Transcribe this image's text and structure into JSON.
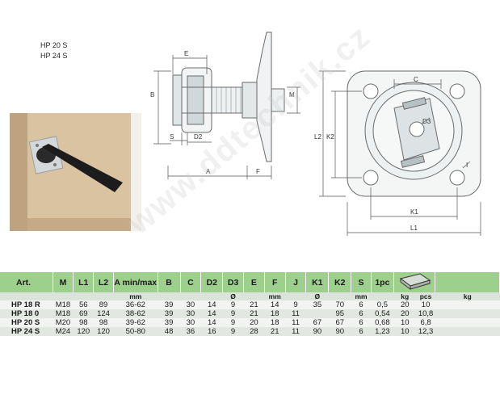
{
  "models": [
    "HP 20 S",
    "HP 24 S"
  ],
  "watermark": "www.ddtechnik.cz",
  "drawing_labels": {
    "E": "E",
    "B": "B",
    "S": "S",
    "D2": "D2",
    "A": "A",
    "F": "F",
    "M": "M",
    "C": "C",
    "D3": "D3",
    "L2": "L2",
    "K2": "K2",
    "K1": "K1",
    "L1": "L1",
    "I": "I"
  },
  "table": {
    "headers": [
      "Art.",
      "M",
      "L1",
      "L2",
      "A min/max",
      "B",
      "C",
      "D2",
      "D3",
      "E",
      "F",
      "J",
      "K1",
      "K2",
      "S",
      "1pc",
      "",
      "",
      ""
    ],
    "units": [
      "",
      "",
      "",
      "",
      "mm",
      "",
      "",
      "",
      "Ø",
      "",
      "mm",
      "",
      "Ø",
      "",
      "mm",
      "",
      "kg",
      "pcs",
      "kg"
    ],
    "rows": [
      [
        "HP 18 R",
        "M18",
        "56",
        "89",
        "36-62",
        "39",
        "30",
        "14",
        "9",
        "21",
        "14",
        "9",
        "35",
        "70",
        "6",
        "0,5",
        "20",
        "10",
        ""
      ],
      [
        "HP 18 0",
        "M18",
        "69",
        "124",
        "38-62",
        "39",
        "30",
        "14",
        "9",
        "21",
        "18",
        "11",
        "",
        "95",
        "6",
        "0,54",
        "20",
        "10,8",
        ""
      ],
      [
        "HP 20 S",
        "M20",
        "98",
        "98",
        "39-62",
        "39",
        "30",
        "14",
        "9",
        "20",
        "18",
        "11",
        "67",
        "67",
        "6",
        "0,68",
        "10",
        "6,8",
        ""
      ],
      [
        "HP 24 S",
        "M24",
        "120",
        "120",
        "50-80",
        "48",
        "36",
        "16",
        "9",
        "28",
        "21",
        "11",
        "90",
        "90",
        "6",
        "1,23",
        "10",
        "12,3",
        ""
      ]
    ]
  },
  "colors": {
    "header_green": "#9dd08c",
    "unit_row": "#dbe3dc",
    "row_light": "#f2f4f2",
    "row_dark": "#e2e7e2",
    "wood": "#d9c3a1",
    "bracket": "#1c1c1c"
  }
}
